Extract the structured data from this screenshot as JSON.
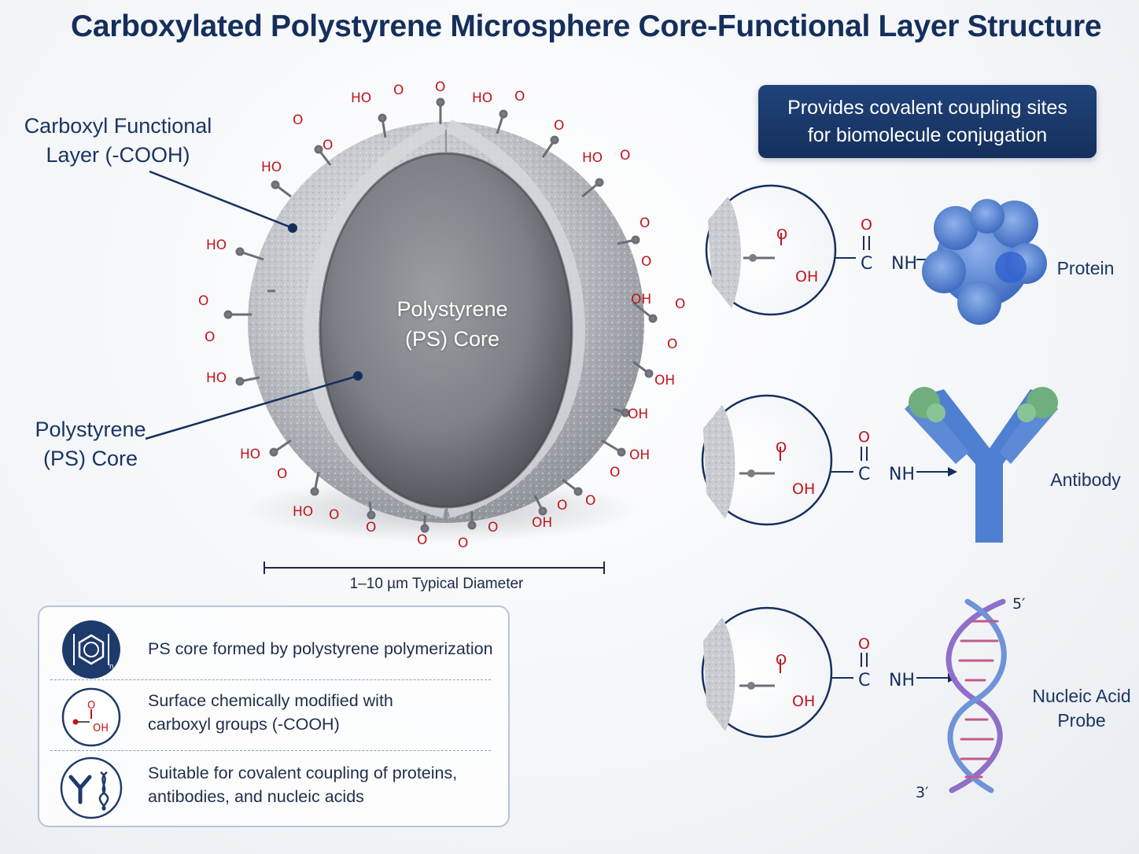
{
  "title": "Carboxylated Polystyrene Microsphere Core-Functional Layer Structure",
  "labels": {
    "carboxyl_layer_line1": "Carboxyl Functional",
    "carboxyl_layer_line2": "Layer (-COOH)",
    "ps_core_line1": "Polystyrene",
    "ps_core_line2": "(PS) Core",
    "core_inner_line1": "Polystyrene",
    "core_inner_line2": "(PS) Core",
    "diameter": "1–10 µm Typical Diameter"
  },
  "banner": {
    "line1": "Provides covalent coupling sites",
    "line2": "for biomolecule conjugation"
  },
  "chemistry": {
    "o": "O",
    "oh": "OH",
    "ho": "HO",
    "c": "C",
    "nh": "NH",
    "double_bond": "||"
  },
  "conjugates": [
    {
      "target": "Protein"
    },
    {
      "target": "Antibody"
    },
    {
      "target_line1": "Nucleic Acid",
      "target_line2": "Probe",
      "end5": "5′",
      "end3": "3′"
    }
  ],
  "info_items": [
    {
      "icon": "polystyrene-ring-icon",
      "text": "PS core formed by polystyrene polymerization"
    },
    {
      "icon": "carboxyl-group-icon",
      "text_line1": "Surface chemically modified with",
      "text_line2": "carboxyl groups (-COOH)"
    },
    {
      "icon": "antibody-dna-icon",
      "text_line1": "Suitable for covalent coupling of proteins,",
      "text_line2": "antibodies, and nucleic acids"
    }
  ],
  "colors": {
    "navy": "#152f5c",
    "oxygen_red": "#c0141c",
    "protein_blue": "#4f7fd0",
    "antibody_green": "#6fae7d"
  }
}
